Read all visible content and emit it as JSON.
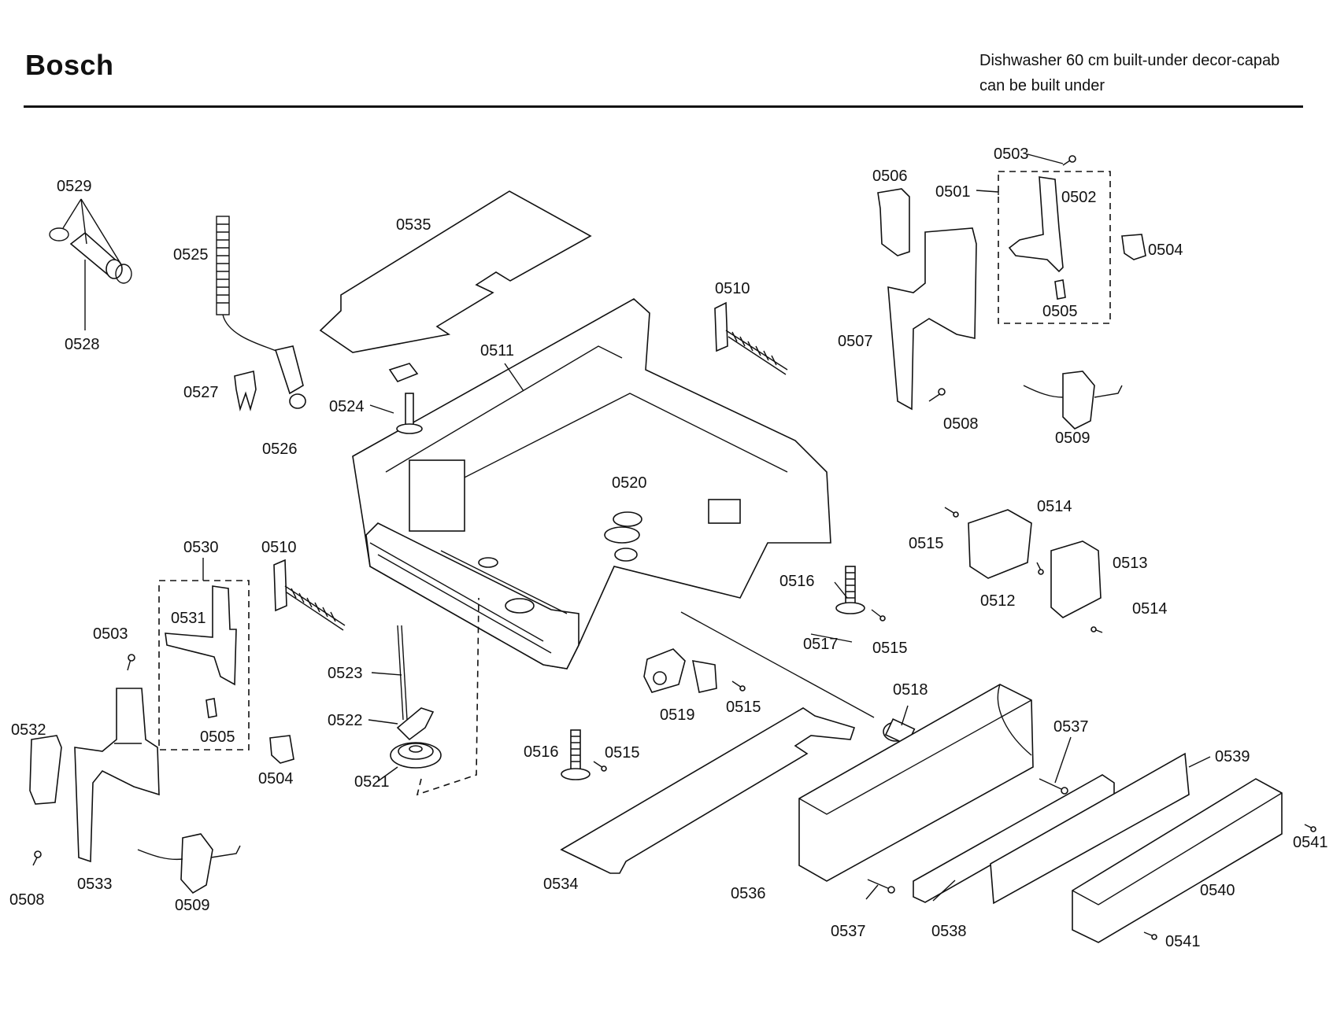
{
  "header": {
    "brand": "Bosch",
    "description_line1": "Dishwasher 60 cm built-under decor-capab",
    "description_line2": "can be built under"
  },
  "part_labels": [
    "0501",
    "0502",
    "0503",
    "0504",
    "0505",
    "0506",
    "0507",
    "0508",
    "0509",
    "0510",
    "0511",
    "0512",
    "0513",
    "0514",
    "0515",
    "0516",
    "0517",
    "0518",
    "0519",
    "0520",
    "0521",
    "0522",
    "0523",
    "0524",
    "0525",
    "0526",
    "0527",
    "0528",
    "0529",
    "0530",
    "0531",
    "0532",
    "0533",
    "0534",
    "0535",
    "0536",
    "0537",
    "0538",
    "0539",
    "0540",
    "0541"
  ]
}
